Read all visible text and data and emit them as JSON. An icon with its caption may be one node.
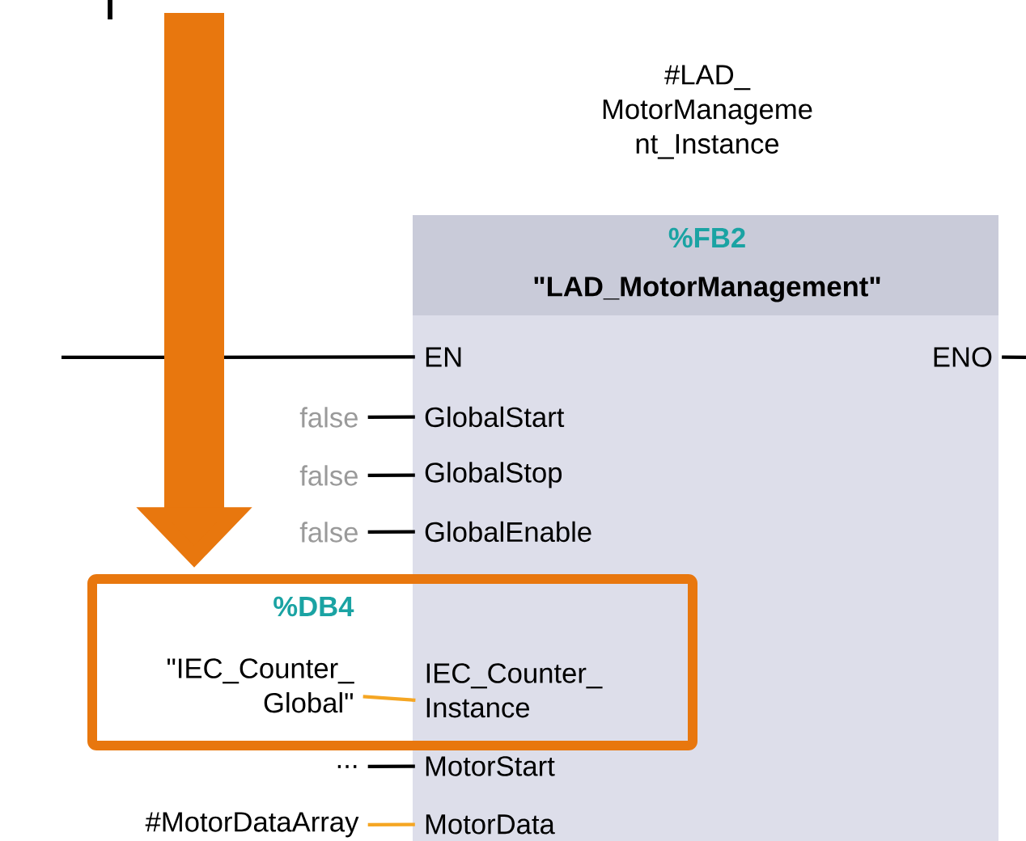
{
  "diagram": {
    "nodes": [
      {
        "text": [
          "#LAD_ MotorManageme nt_Instance",
          "%FB2",
          "\"LAD_MotorManagement\""
        ]
      },
      {
        "text": [
          "EN"
        ],
        "in": 0
      },
      {
        "text": [
          "ENO"
        ],
        "in": 0
      },
      {
        "text": [
          "GlobalStart"
        ],
        "in": 0
      },
      {
        "text": [
          "GlobalStop"
        ],
        "in": 0
      },
      {
        "text": [
          "GlobalEnable"
        ],
        "in": 0
      },
      {
        "text": [
          "IEC_Counter_ Instance"
        ]
      },
      {
        "text": [
          "MotorStart"
        ],
        "in": 0
      },
      {
        "text": [
          "MotorData"
        ],
        "in": 0
      },
      {
        "text": [
          "false"
        ]
      },
      {
        "text": [
          "false"
        ]
      },
      {
        "text": [
          "false"
        ]
      },
      {
        "text": [
          "%DB4",
          "\"IEC_Counter_ Global\""
        ],
        "in": 15
      },
      {
        "text": [
          "..."
        ]
      },
      {
        "text": [
          "#MotorDataArray"
        ]
      },
      {
        "text": [],
        "shape": "box"
      }
    ],
    "edges": [
      {
        "from": null,
        "to": 1,
        "arrow": "none"
      },
      {
        "from": 2,
        "to": null,
        "arrow": "none"
      },
      {
        "from": 9,
        "to": 3,
        "arrow": "none"
      },
      {
        "from": 10,
        "to": 4,
        "arrow": "none"
      },
      {
        "from": 11,
        "to": 5,
        "arrow": "none"
      },
      {
        "from": 12,
        "to": 6,
        "arrow": "none",
        "color": "#f5a623"
      },
      {
        "from": 13,
        "to": 7,
        "arrow": "none"
      },
      {
        "from": 14,
        "to": 8,
        "arrow": "none",
        "color": "#f5a623"
      },
      {
        "from": null,
        "to": 15,
        "arrow": "to",
        "style": "thick",
        "color": "#e8770e"
      }
    ]
  }
}
